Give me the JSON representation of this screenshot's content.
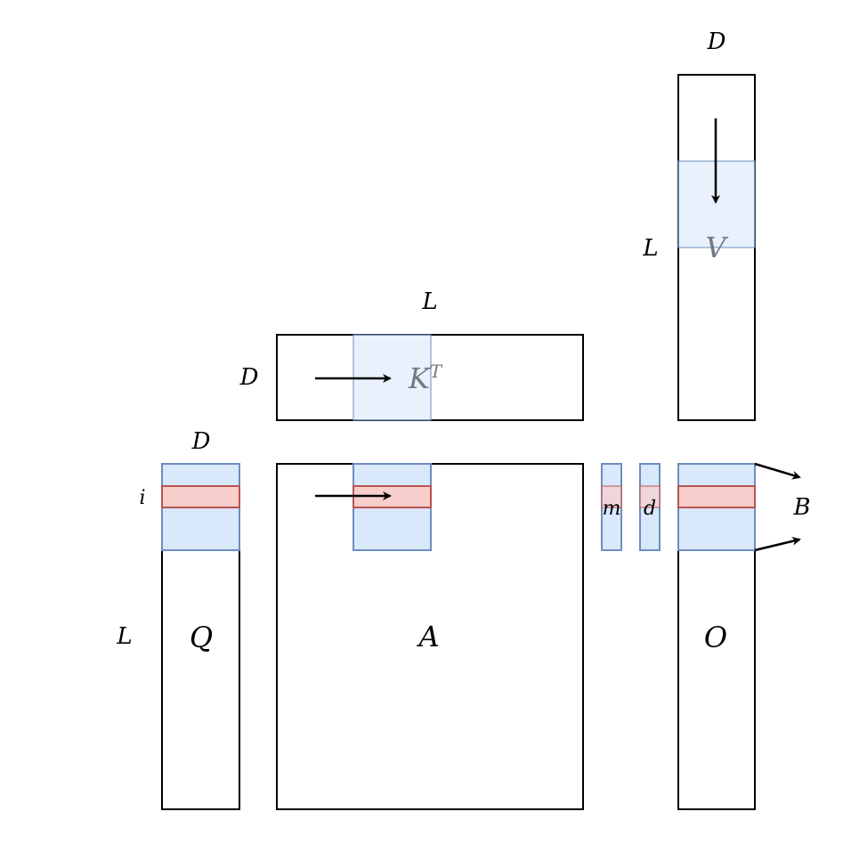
{
  "labels": {
    "q_width": "D",
    "q_height": "L",
    "q_row": "i",
    "q_name": "Q",
    "kt_rows": "D",
    "kt_cols": "L",
    "kt_name": "K",
    "kt_sup": "T",
    "a_name": "A",
    "m_name": "m",
    "d_name": "d",
    "v_width": "D",
    "v_height": "L",
    "v_name": "V",
    "o_name": "O",
    "o_batch": "B"
  },
  "colors": {
    "block_fill": "#dae8fc",
    "block_stroke": "#6c8ebf",
    "row_fill": "#f8cecc",
    "row_stroke": "#b85450"
  }
}
